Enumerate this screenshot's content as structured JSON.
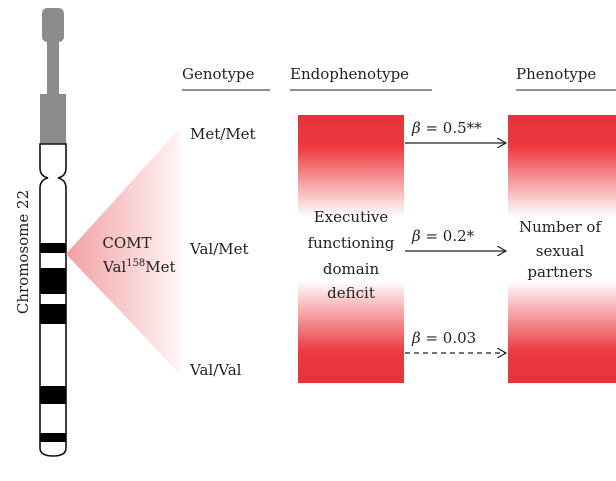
{
  "chromosome": {
    "label": "Chromosome 22"
  },
  "gene": {
    "name": "COMT",
    "variant_prefix": "Val",
    "variant_superscript": "158",
    "variant_suffix": "Met"
  },
  "headers": {
    "genotype": "Genotype",
    "endophenotype": "Endophenotype",
    "phenotype": "Phenotype"
  },
  "genotypes": [
    "Met/Met",
    "Val/Met",
    "Val/Val"
  ],
  "endophenotype_box": {
    "lines": [
      "Executive",
      "functioning",
      "domain",
      "deficit"
    ]
  },
  "phenotype_box": {
    "lines": [
      "Number of",
      "sexual",
      "partners"
    ]
  },
  "effects": [
    {
      "symbol": "β",
      "value": " = 0.5**",
      "line": "solid"
    },
    {
      "symbol": "β",
      "value": " = 0.2*",
      "line": "solid"
    },
    {
      "symbol": "β",
      "value": " = 0.03",
      "line": "dashed"
    }
  ],
  "colors": {
    "box_red": "#e8323a",
    "chromosome_grey": "#8c8c8c",
    "wedge_pink": "#f3a8aa"
  }
}
